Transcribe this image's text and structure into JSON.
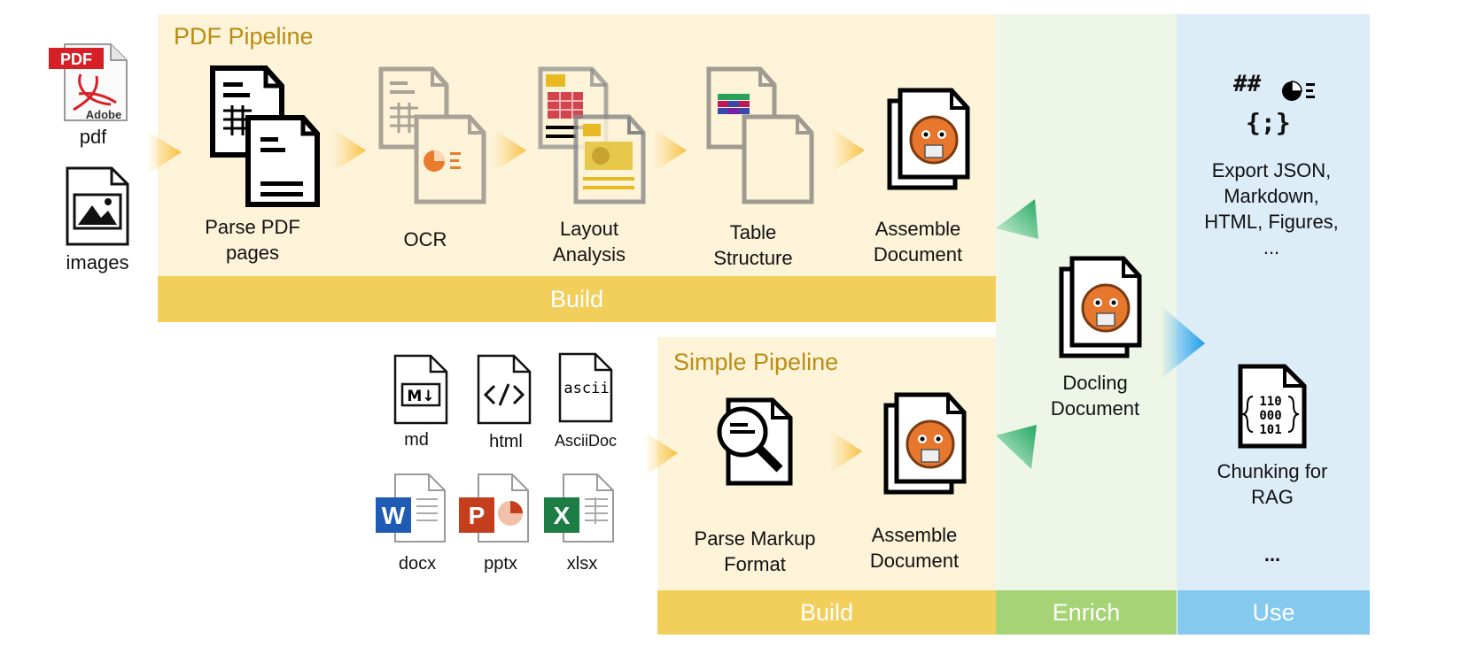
{
  "inputs": {
    "pdf": "pdf",
    "images": "images"
  },
  "pdf_pipeline": {
    "title": "PDF Pipeline",
    "steps": {
      "parse": "Parse PDF pages",
      "ocr": "OCR",
      "layout": "Layout Analysis",
      "table": "Table Structure",
      "assemble": "Assemble Document"
    },
    "bar": "Build"
  },
  "simple_pipeline": {
    "title": "Simple Pipeline",
    "inputs": [
      "md",
      "html",
      "AsciiDoc",
      "docx",
      "pptx",
      "xlsx"
    ],
    "steps": {
      "parse": "Parse Markup Format",
      "assemble": "Assemble Document"
    },
    "bar": "Build"
  },
  "enrich": {
    "node": "Docling Document",
    "bar": "Enrich"
  },
  "use": {
    "export_symbols": "##",
    "braces": "{;}",
    "export": "Export JSON, Markdown, HTML, Figures, ...",
    "chunking": "Chunking for RAG",
    "more": "...",
    "bar": "Use"
  },
  "icon_text": {
    "pdf_badge": "PDF",
    "adobe": "Adobe",
    "ascii": "ascii",
    "md_badge": "M↓",
    "word": "W",
    "ppt": "P",
    "excel": "X",
    "binary": [
      "110",
      "000",
      "101"
    ]
  },
  "colors": {
    "build": "#f2cf5b",
    "enrich": "#a6d376",
    "use": "#85c9ef",
    "title": "#b98d14"
  }
}
